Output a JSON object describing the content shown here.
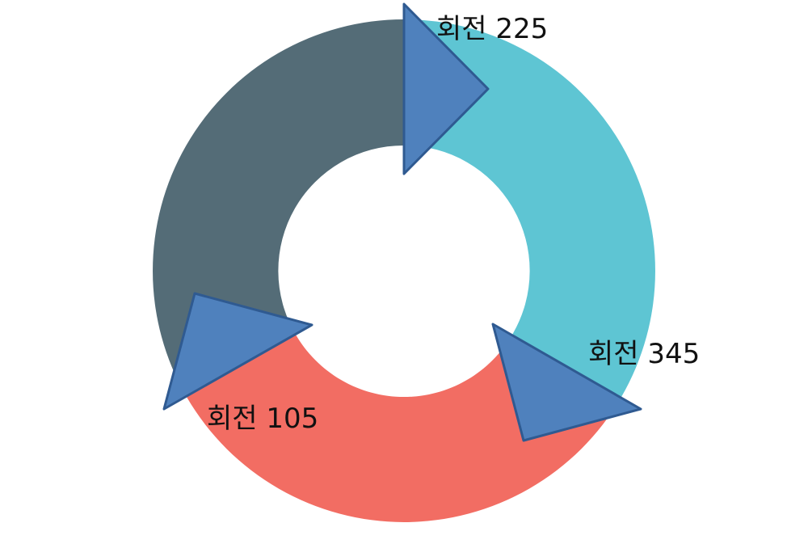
{
  "diagram": {
    "labels": {
      "rotation_225": "회전 225",
      "rotation_345": "회전 345",
      "rotation_105": "회전 105"
    },
    "colors": {
      "segment_top_right": "#5EC5D3",
      "segment_bottom": "#F26D63",
      "segment_left": "#546C77",
      "arrow_fill": "#4F81BD",
      "arrow_stroke": "#2F5A91",
      "background": "#FFFFFF"
    }
  }
}
